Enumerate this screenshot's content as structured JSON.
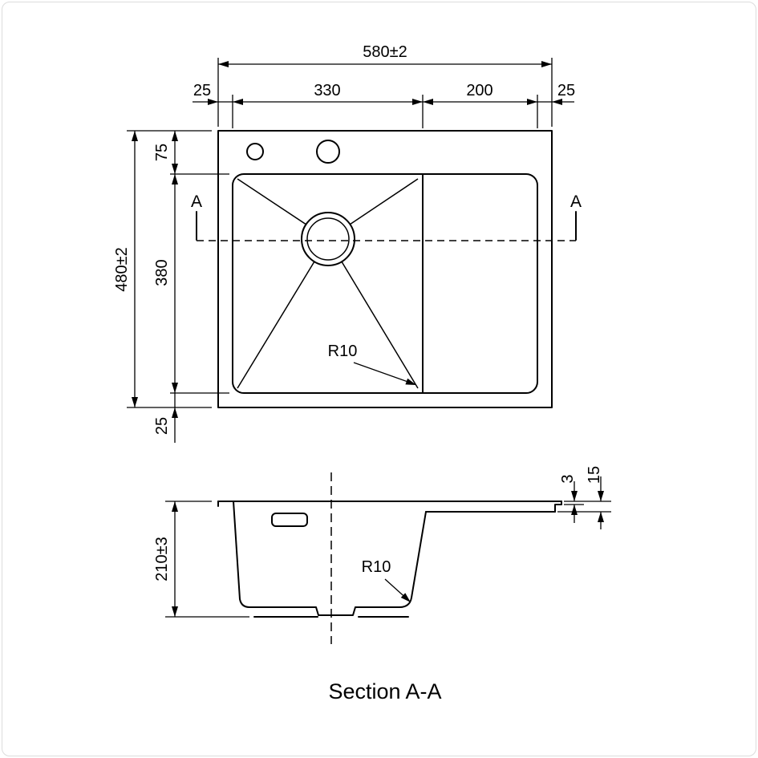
{
  "drawing": {
    "top_view": {
      "dim_overall_width": "580±2",
      "dim_left_margin": "25",
      "dim_bowl_width": "330",
      "dim_drain_width": "200",
      "dim_right_margin": "25",
      "dim_overall_height": "480±2",
      "dim_top_margin": "75",
      "dim_bowl_length": "380",
      "dim_bottom_margin": "25",
      "radius_label": "R10",
      "section_marker": "A"
    },
    "section_view": {
      "dim_depth": "210±3",
      "dim_rim_lip": "3",
      "dim_rim_height": "15",
      "radius_label": "R10",
      "caption": "Section A-A"
    },
    "colors": {
      "line": "#000000",
      "background": "#ffffff"
    }
  }
}
